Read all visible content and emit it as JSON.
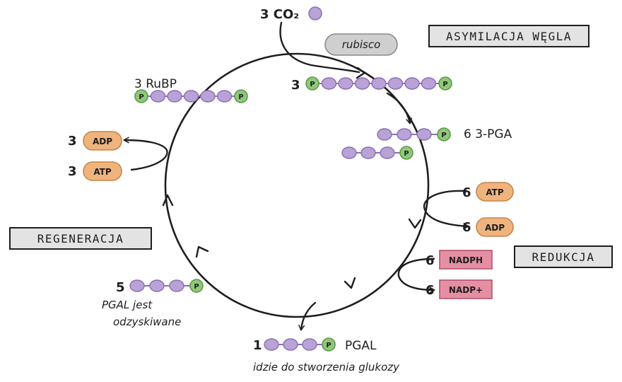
{
  "title_block": {
    "co2_label": "3 CO₂",
    "enzyme": "rubisco"
  },
  "stages": {
    "assimilation": "ASYMILACJA WĘGLA",
    "reduction": "REDUKCJA",
    "regeneration": "REGENERACJA"
  },
  "rubp": {
    "label": "3 RuBP"
  },
  "six_carbon": {
    "count": "3"
  },
  "pga": {
    "label": "6 3-PGA"
  },
  "atp_in": {
    "count": "6",
    "label": "ATP"
  },
  "adp_out": {
    "count": "6",
    "label": "ADP"
  },
  "nadph_in": {
    "count": "6",
    "label": "NADPH"
  },
  "nadp_out": {
    "count": "6",
    "label": "NADP+"
  },
  "pgal_exit": {
    "count": "1",
    "label": "PGAL",
    "caption": "idzie do stworzenia glukozy"
  },
  "pgal_recycled": {
    "count": "5",
    "caption_line1": "PGAL jest",
    "caption_line2": "odzyskiwane"
  },
  "regen_adp": {
    "count": "3",
    "label": "ADP"
  },
  "regen_atp": {
    "count": "3",
    "label": "ATP"
  },
  "phosphate_symbol": "P",
  "colors": {
    "carbon": "#b8a2d6",
    "carbon_stroke": "#8a6fb3",
    "phosphate": "#8fc87a",
    "phosphate_stroke": "#5b9a48",
    "energy": "#efb47e",
    "energy_stroke": "#c68449",
    "nadph": "#e48fa3",
    "nadph_stroke": "#b4546a",
    "enzyme": "#cfcfcf",
    "label_box": "#e3e3e3"
  }
}
